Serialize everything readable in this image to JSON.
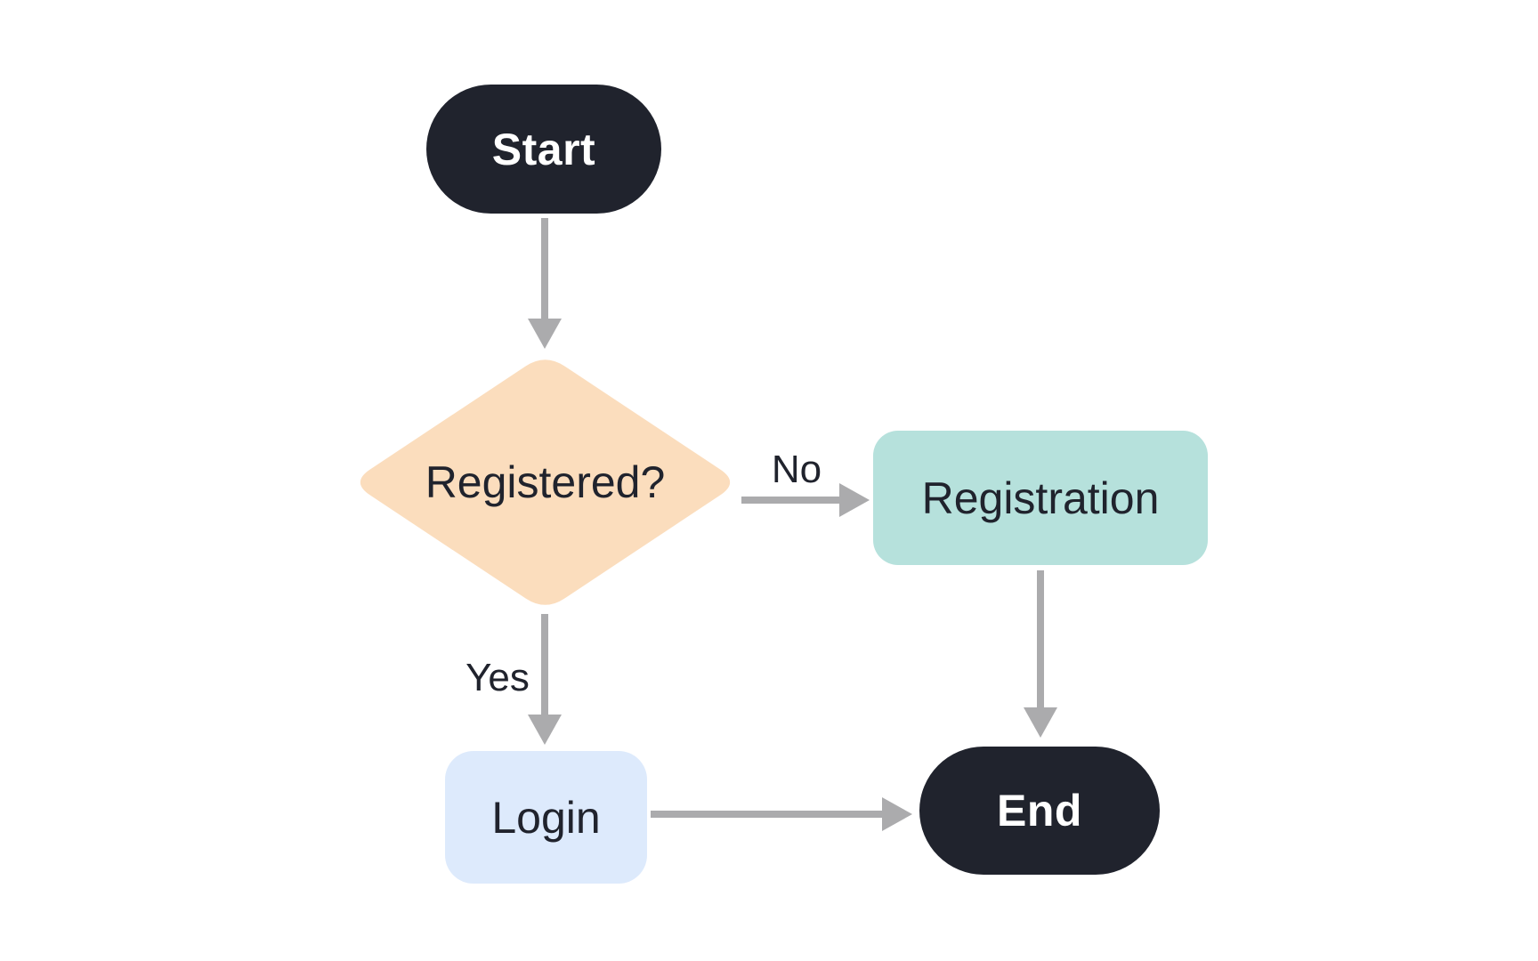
{
  "diagram": {
    "type": "flowchart",
    "background": "#ffffff",
    "nodes": [
      {
        "id": "start",
        "label": "Start",
        "shape": "pill",
        "fill": "#20232d",
        "text_color": "#ffffff"
      },
      {
        "id": "registered",
        "label": "Registered?",
        "shape": "diamond",
        "fill": "#fbddbd",
        "text_color": "#20232d"
      },
      {
        "id": "registration",
        "label": "Registration",
        "shape": "rounded-rect",
        "fill": "#b6e1dc",
        "text_color": "#20232d"
      },
      {
        "id": "login",
        "label": "Login",
        "shape": "rounded-rect",
        "fill": "#ddeafc",
        "text_color": "#20232d"
      },
      {
        "id": "end",
        "label": "End",
        "shape": "pill",
        "fill": "#20232d",
        "text_color": "#ffffff"
      }
    ],
    "edges": [
      {
        "from": "start",
        "to": "registered",
        "label": ""
      },
      {
        "from": "registered",
        "to": "registration",
        "label": "No"
      },
      {
        "from": "registered",
        "to": "login",
        "label": "Yes"
      },
      {
        "from": "registration",
        "to": "end",
        "label": ""
      },
      {
        "from": "login",
        "to": "end",
        "label": ""
      }
    ],
    "colors": {
      "arrow": "#ababad",
      "node_dark": "#20232d",
      "diamond_fill": "#fbddbd",
      "teal_fill": "#b6e1dc",
      "blue_fill": "#ddeafc",
      "text_dark": "#20232d",
      "text_light": "#ffffff"
    }
  }
}
